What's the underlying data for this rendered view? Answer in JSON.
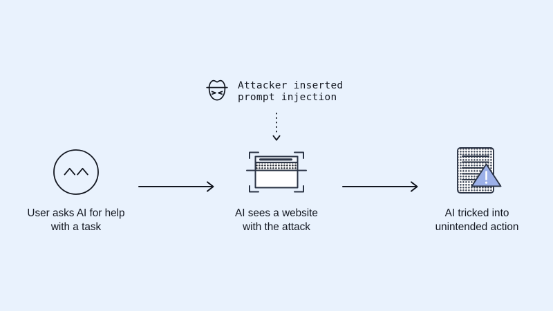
{
  "diagram": {
    "background_color": "#e9f2fd",
    "ink_color": "#12161f",
    "accent_color": "#9cb0e8",
    "callout": {
      "icon": "attacker-hat-icon",
      "line1": "Attacker inserted",
      "line2": "prompt injection"
    },
    "injection_arrow": {
      "icon": "dotted-down-arrow-icon",
      "style": "dotted"
    },
    "steps": [
      {
        "id": "user",
        "icon": "user-face-icon",
        "caption": "User asks AI for help\nwith a task"
      },
      {
        "id": "website",
        "icon": "browser-window-scan-icon",
        "caption": "AI sees a website\nwith the attack"
      },
      {
        "id": "outcome",
        "icon": "document-warning-icon",
        "caption": "AI tricked into\nunintended action"
      }
    ],
    "connectors": [
      {
        "id": "connector-1",
        "icon": "arrow-right-icon"
      },
      {
        "id": "connector-2",
        "icon": "arrow-right-icon"
      }
    ]
  }
}
